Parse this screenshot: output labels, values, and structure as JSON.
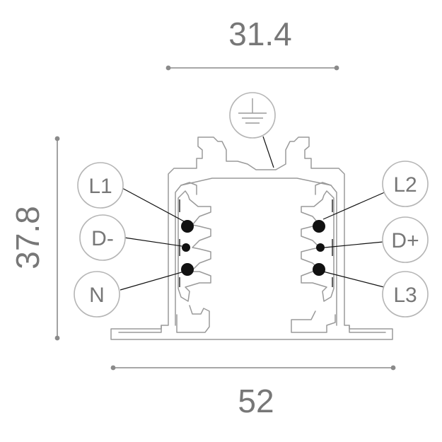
{
  "dimensions": {
    "top_width": "31.4",
    "height": "37.8",
    "bottom_width": "52"
  },
  "labels": {
    "l1": "L1",
    "d_minus": "D-",
    "n": "N",
    "l2": "L2",
    "d_plus": "D+",
    "l3": "L3"
  },
  "icons": {
    "ground": "ground-icon"
  },
  "colors": {
    "line": "#9a9a9a",
    "text": "#777777",
    "conductor": "#111111"
  }
}
